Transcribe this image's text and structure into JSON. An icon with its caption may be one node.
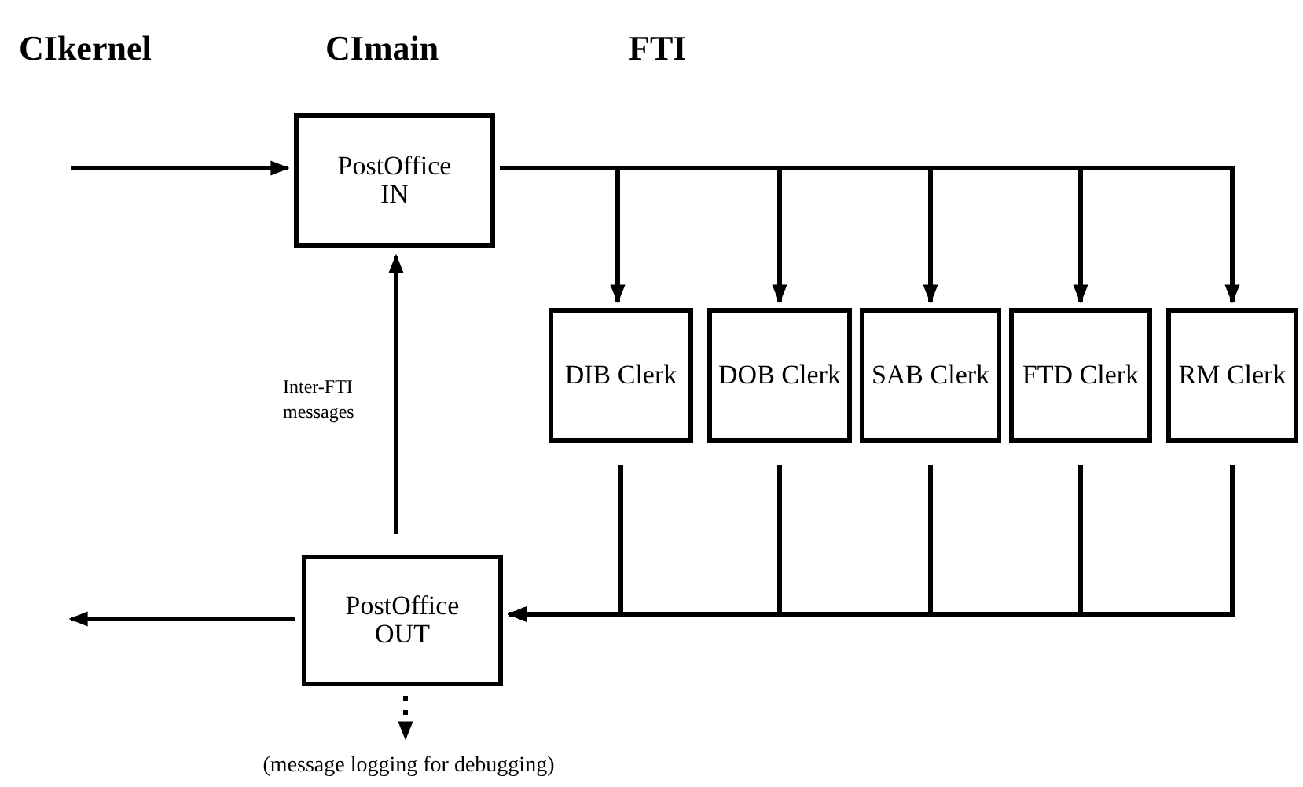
{
  "diagram": {
    "nodes": [
      {
        "text": [
          "PostOffice IN"
        ]
      },
      {
        "text": [
          "DIB Clerk"
        ]
      },
      {
        "text": [
          "DOB Clerk"
        ]
      },
      {
        "text": [
          "SAB Clerk"
        ]
      },
      {
        "text": [
          "FTD Clerk"
        ]
      },
      {
        "text": [
          "RM Clerk"
        ]
      },
      {
        "text": [
          "PostOffice OUT"
        ]
      },
      {
        "text": [
          "(message logging for debugging)"
        ]
      }
    ],
    "edges": [
      {
        "from": null,
        "to": 0,
        "arrow": "to"
      },
      {
        "from": 0,
        "to": 1,
        "arrow": "to"
      },
      {
        "from": 0,
        "to": 2,
        "arrow": "to"
      },
      {
        "from": 0,
        "to": 3,
        "arrow": "to"
      },
      {
        "from": 0,
        "to": 4,
        "arrow": "to"
      },
      {
        "from": 0,
        "to": 5,
        "arrow": "to"
      },
      {
        "from": 1,
        "to": 6,
        "arrow": "to"
      },
      {
        "from": 2,
        "to": 6,
        "arrow": "to"
      },
      {
        "from": 3,
        "to": 6,
        "arrow": "to"
      },
      {
        "from": 4,
        "to": 6,
        "arrow": "to"
      },
      {
        "from": 5,
        "to": 6,
        "arrow": "to"
      },
      {
        "from": 6,
        "to": null,
        "arrow": "to"
      },
      {
        "from": 6,
        "to": 0,
        "arrow": "to",
        "label": "Inter-FTI messages"
      },
      {
        "from": 6,
        "to": 7,
        "arrow": "to",
        "style": "dashed"
      }
    ],
    "labels": [
      "CIkernel",
      "CImain",
      "FTI"
    ]
  }
}
